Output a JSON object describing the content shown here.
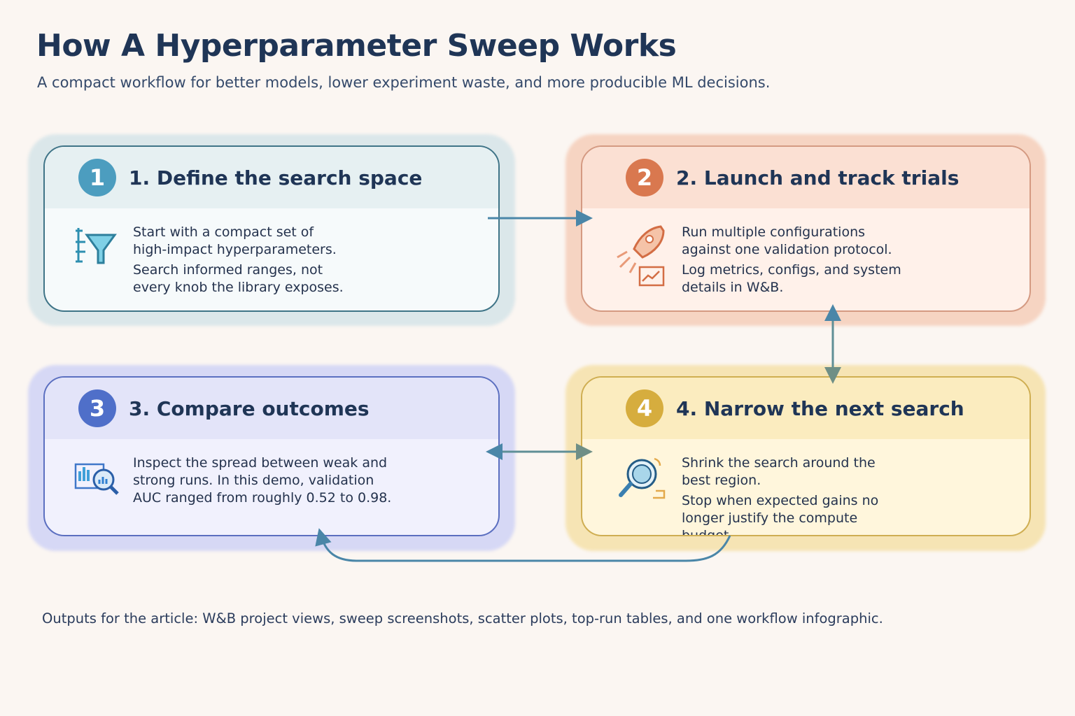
{
  "title": "How A Hyperparameter Sweep Works",
  "subtitle": "A compact workflow for better models, lower experiment waste, and more producible ML decisions.",
  "steps": [
    {
      "number": "1",
      "title": "1. Define the search space",
      "icon": "funnel-icon",
      "lines": [
        "Start with a compact set of high-impact hyperparameters.",
        "Search informed ranges, not every knob the library exposes."
      ],
      "color": "#4c9dbf"
    },
    {
      "number": "2",
      "title": "2. Launch and track trials",
      "icon": "rocket-icon",
      "lines": [
        "Run multiple configurations against one validation protocol.",
        "Log metrics, configs, and system details in W&B."
      ],
      "color": "#d9784f"
    },
    {
      "number": "3",
      "title": "3. Compare outcomes",
      "icon": "chart-magnifier-icon",
      "lines": [
        "Inspect the spread between weak and strong runs. In this demo, validation AUC ranged from roughly 0.52 to 0.98."
      ],
      "color": "#4f6fc9"
    },
    {
      "number": "4",
      "title": "4. Narrow the next search",
      "icon": "magnifier-icon",
      "lines": [
        "Shrink the search around the best region.",
        "Stop when expected gains no longer justify the compute budget."
      ],
      "color": "#d6ad3e"
    }
  ],
  "footer": "Outputs for the article: W&B project views, sweep screenshots, scatter plots, top-run tables, and one workflow infographic."
}
